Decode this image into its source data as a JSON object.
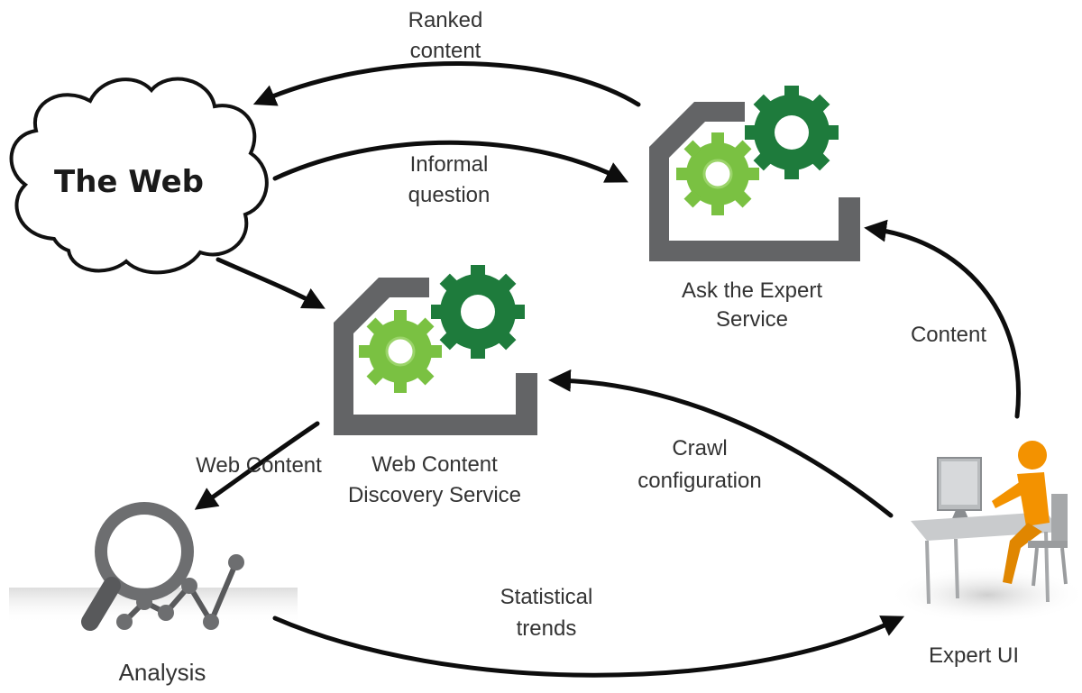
{
  "nodes": {
    "web": {
      "label": "The Web"
    },
    "ask_expert": {
      "label_lines": [
        "Ask the Expert",
        "Service"
      ]
    },
    "discovery": {
      "label_lines": [
        "Web Content",
        "Discovery Service"
      ]
    },
    "analysis": {
      "label": "Analysis"
    },
    "expert_ui": {
      "label": "Expert UI"
    }
  },
  "edges": {
    "ranked_content": {
      "label_lines": [
        "Ranked",
        "content"
      ]
    },
    "informal_question": {
      "label_lines": [
        "Informal",
        "question"
      ]
    },
    "content": {
      "label": "Content"
    },
    "crawl_configuration": {
      "label_lines": [
        "Crawl",
        "configuration"
      ]
    },
    "web_content": {
      "label": "Web Content"
    },
    "statistical_trends": {
      "label_lines": [
        "Statistical",
        "trends"
      ]
    }
  },
  "colors": {
    "gear_light": "#7ac142",
    "gear_dark": "#1e7b3c",
    "frame": "#636466",
    "arrow": "#0d0d0d",
    "person": "#f39200"
  }
}
